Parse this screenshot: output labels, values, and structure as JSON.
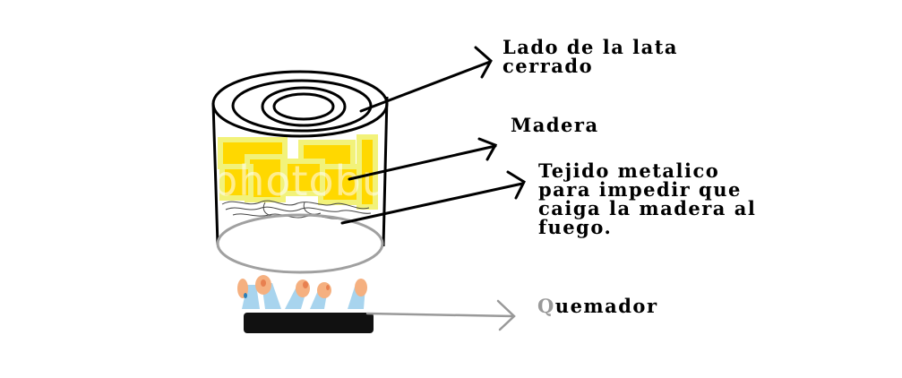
{
  "labels": {
    "lata_cerrado": [
      "Lado de la lata",
      "cerrado"
    ],
    "madera": "Madera",
    "tejido": [
      "Tejido metalico",
      "para impedir que",
      "caiga la madera al",
      "fuego."
    ],
    "quemador_first": "Q",
    "quemador_rest": "uemador"
  },
  "watermark": "photobu",
  "colors": {
    "wood": "#ffd800",
    "wood_outline": "#f2f27a",
    "ring_stroke": "#a0a0a0",
    "flame": "#f5b080",
    "flame_tip": "#e88050",
    "base_blue": "#a8d4ee",
    "burner": "#111111",
    "grey_arrow": "#999999"
  }
}
